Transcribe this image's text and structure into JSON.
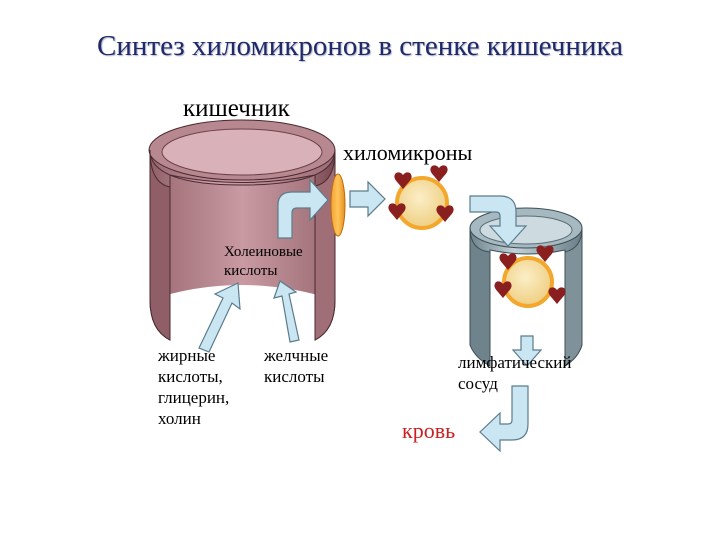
{
  "title": "Синтез хиломикронов в стенке кишечника",
  "labels": {
    "intestine": "кишечник",
    "chylomicrons": "хиломикроны",
    "choleic_acids": "Холеиновые\nкислоты",
    "fatty_acids": "жирные\nкислоты,\nглицерин,\nхолин",
    "bile_acids": "желчные\nкислоты",
    "lymph_vessel": "лимфатический\nсосуд",
    "blood": "кровь"
  },
  "colors": {
    "intestine_wall": "#b9858d",
    "lymph_wall": "#9fb0b8",
    "arrow_fill": "#c9e6f2",
    "chylomicron_fill": "#f4dc9c",
    "chylomicron_ring": "#f3a72d",
    "apoprotein": "#8a1f1f",
    "title": "#1f2a6b",
    "blood_text": "#cc2020"
  }
}
